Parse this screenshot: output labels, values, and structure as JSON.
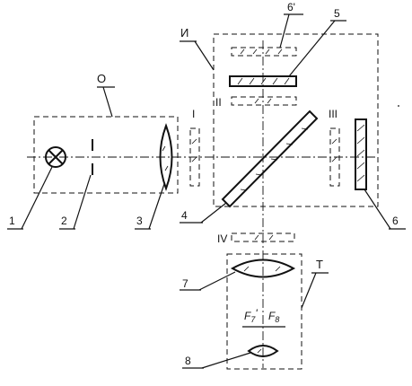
{
  "labels": {
    "source_block": "О",
    "interferometer_block": "И",
    "telescope_block": "Т",
    "n1": "1",
    "n2": "2",
    "n3": "3",
    "n4": "4",
    "n5": "5",
    "n6": "6",
    "n6p": "6'",
    "n7": "7",
    "n8": "8",
    "pos_I": "I",
    "pos_II": "II",
    "pos_III": "III",
    "pos_IV": "IV",
    "focal_F7": "F",
    "focal_F7_sub": "7",
    "focal_F7_prime": "'",
    "focal_F8": "F",
    "focal_F8_sub": "8"
  },
  "colors": {
    "ink": "#111111",
    "background": "#ffffff"
  }
}
